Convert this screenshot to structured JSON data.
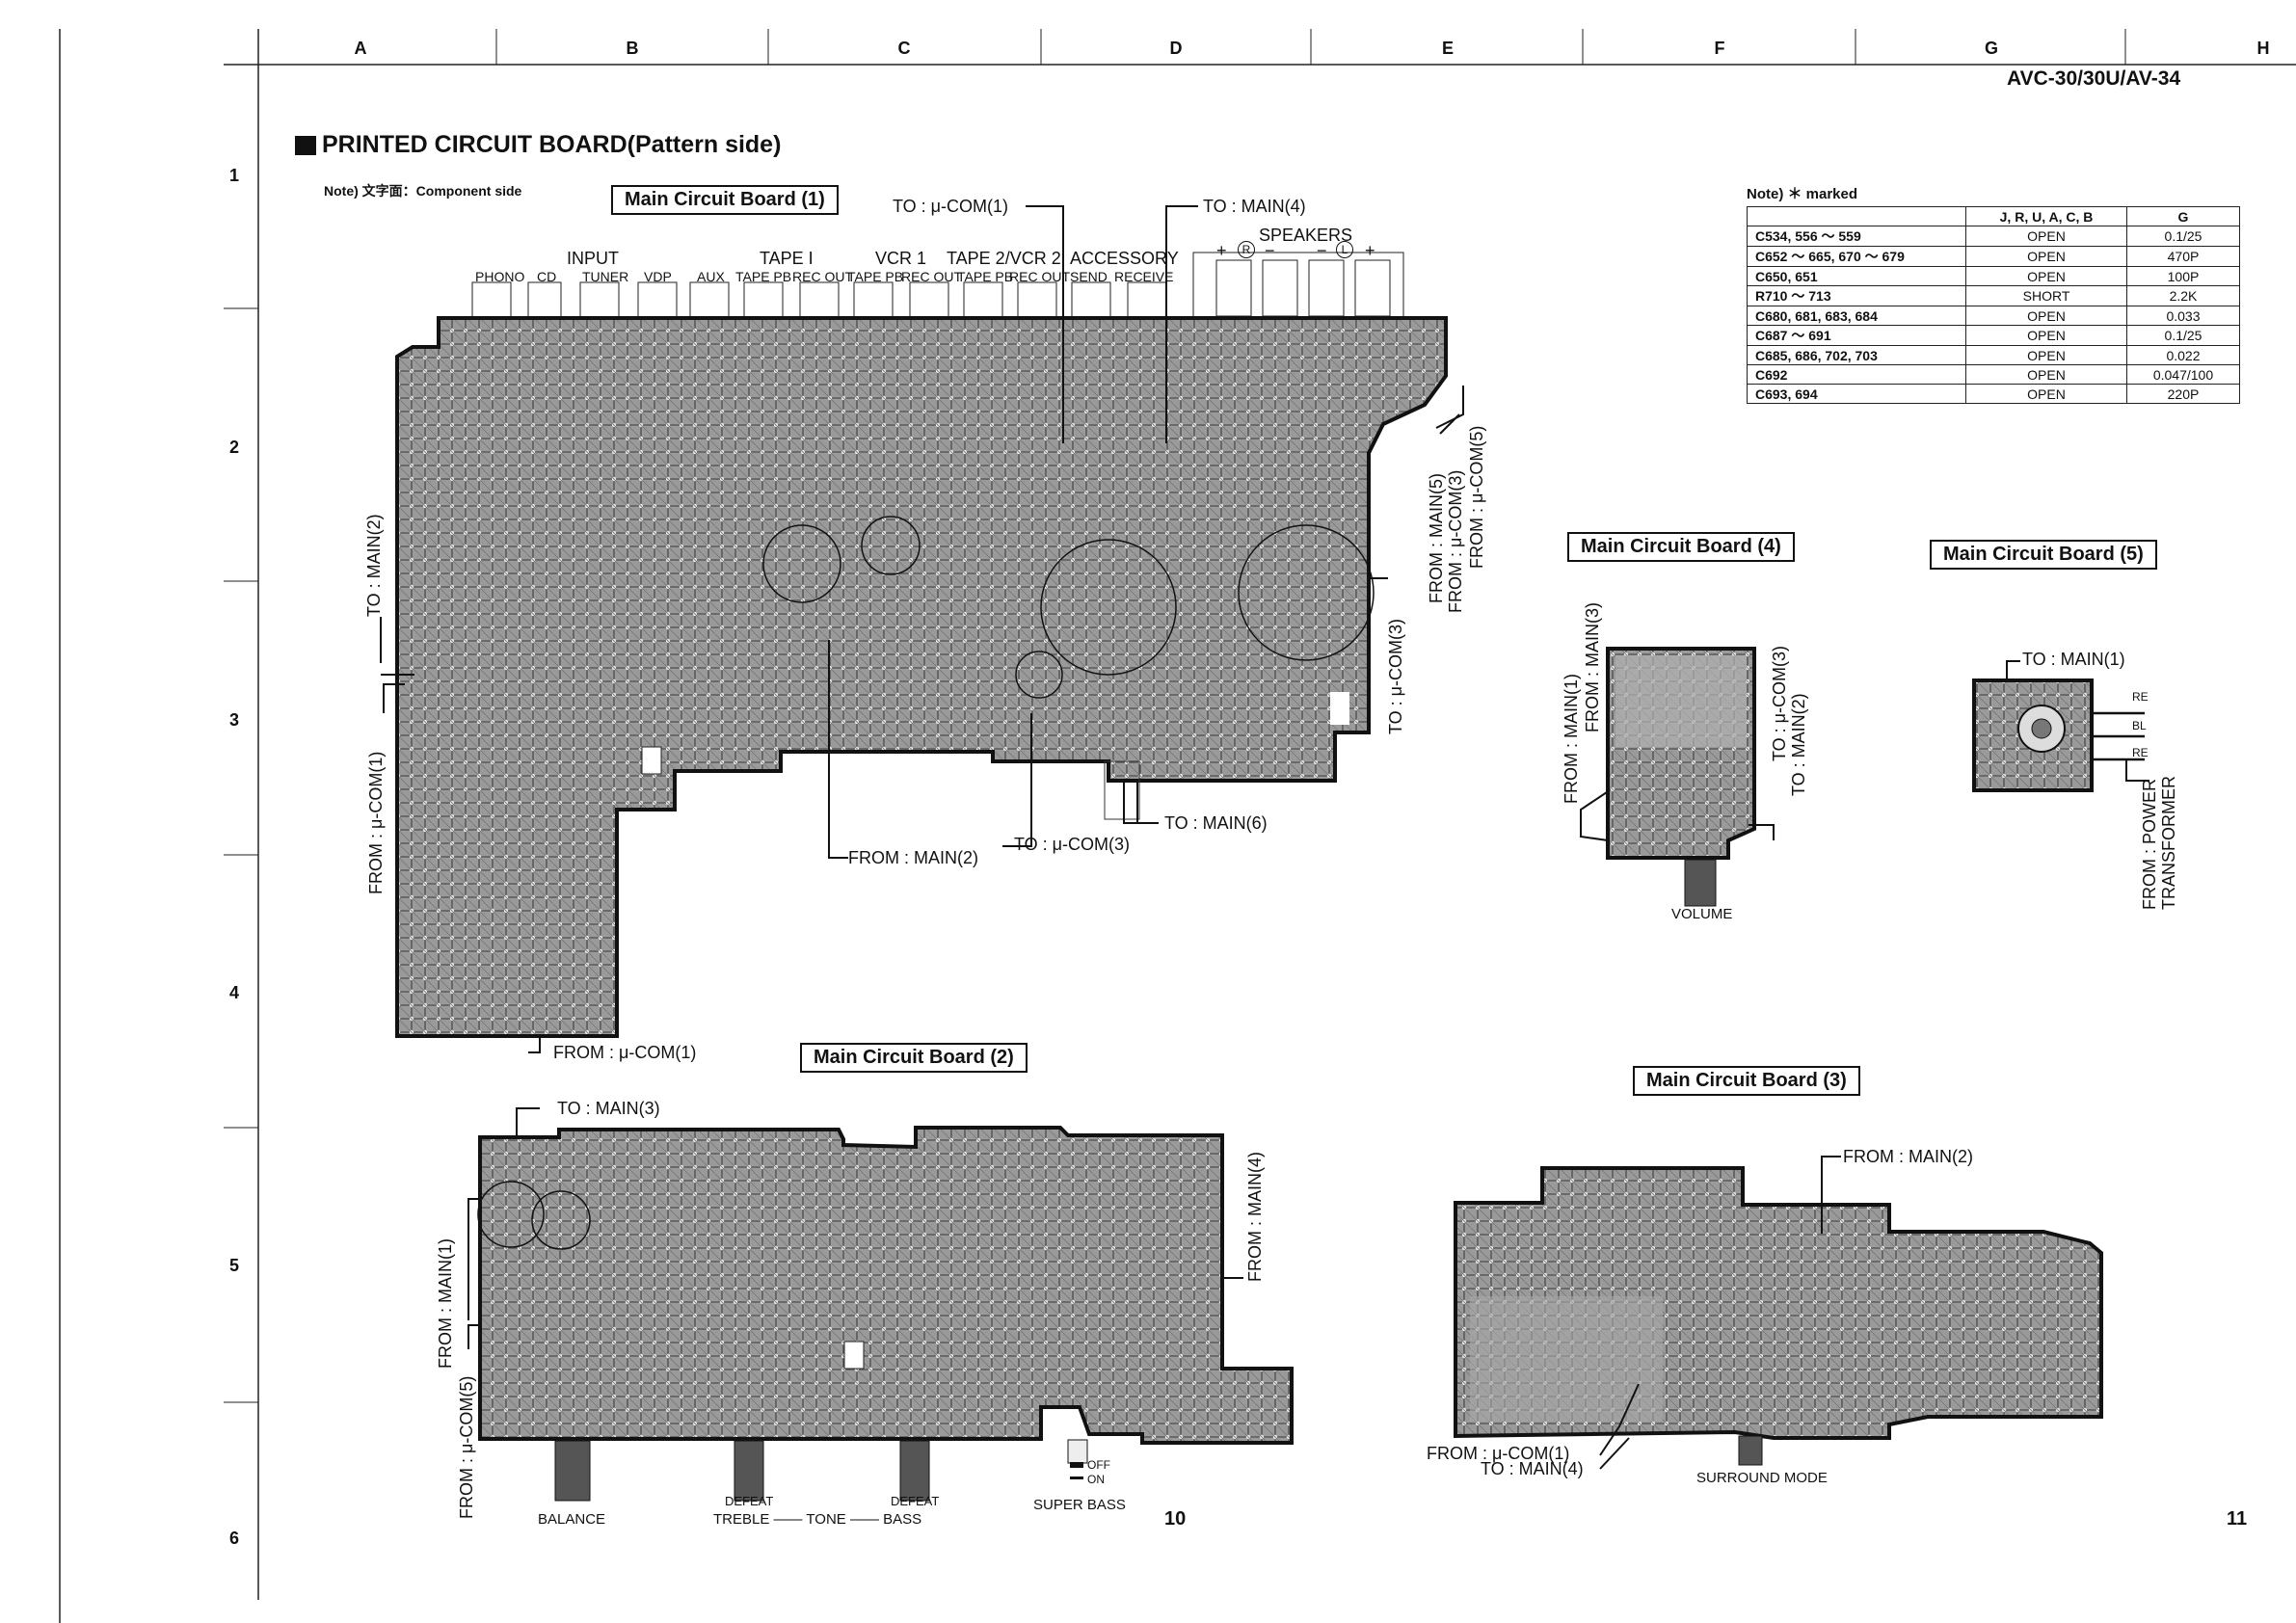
{
  "header": {
    "columns": [
      "A",
      "B",
      "C",
      "D",
      "E",
      "F",
      "G",
      "H"
    ],
    "rows": [
      "1",
      "2",
      "3",
      "4",
      "5",
      "6"
    ],
    "model": "AVC-30/30U/AV-34",
    "title": "PRINTED CIRCUIT BOARD(Pattern side)",
    "note": "Note) 文字面：Component side"
  },
  "boards": {
    "b1": "Main Circuit Board (1)",
    "b2": "Main Circuit Board (2)",
    "b3": "Main Circuit Board (3)",
    "b4": "Main Circuit Board (4)",
    "b5": "Main Circuit Board (5)"
  },
  "board1": {
    "jack_groups": [
      "INPUT",
      "TAPE I",
      "VCR 1",
      "TAPE 2/VCR 2",
      "ACCESSORY",
      "SPEAKERS"
    ],
    "jacks": [
      "PHONO",
      "CD",
      "TUNER",
      "VDP",
      "AUX",
      "TAPE PB",
      "REC OUT",
      "TAPE PB",
      "REC OUT",
      "TAPE PB",
      "REC OUT",
      "SEND",
      "RECEIVE"
    ],
    "speaker_marks": [
      "+",
      "R",
      "−",
      "−",
      "L",
      "+"
    ],
    "to_ucom1": "TO : μ-COM(1)",
    "to_main4": "TO : MAIN(4)",
    "to_main2": "TO : MAIN(2)",
    "from_ucom1_left": "FROM : μ-COM(1)",
    "from_ucom1_bottom": "FROM : μ-COM(1)",
    "from_main2": "FROM : MAIN(2)",
    "to_ucom3": "TO : μ-COM(3)",
    "to_main6": "TO : MAIN(6)",
    "from_main5": "FROM : MAIN(5)",
    "from_ucom3": "FROM : μ-COM(3)",
    "from_ucom5": "FROM : μ-COM(5)",
    "to_ucom3_right": "TO : μ-COM(3)"
  },
  "board2": {
    "to_main3": "TO : MAIN(3)",
    "from_main1": "FROM : MAIN(1)",
    "from_ucom5": "FROM : μ-COM(5)",
    "from_main4": "FROM : MAIN(4)",
    "controls": [
      "BALANCE",
      "DEFEAT",
      "DEFEAT",
      "SUPER BASS"
    ],
    "tone_line": "TREBLE —— TONE —— BASS",
    "switch_off": "OFF",
    "switch_on": "ON"
  },
  "board3": {
    "from_main2": "FROM : MAIN(2)",
    "from_ucom1": "FROM : μ-COM(1)",
    "to_main4": "TO : MAIN(4)",
    "control": "SURROUND MODE"
  },
  "board4": {
    "from_main1": "FROM : MAIN(1)",
    "from_main3": "FROM : MAIN(3)",
    "to_ucom3": "TO : μ-COM(3)",
    "to_main2": "TO : MAIN(2)",
    "control": "VOLUME"
  },
  "board5": {
    "to_main1": "TO : MAIN(1)",
    "wires": [
      "RE",
      "BL",
      "RE"
    ],
    "from_power": "FROM : POWER",
    "transformer": "TRANSFORMER"
  },
  "note_table": {
    "title": "Note) ＊ marked",
    "headers": [
      "",
      "J, R, U, A, C, B",
      "G"
    ],
    "rows": [
      [
        "C534, 556 ～ 559",
        "OPEN",
        "0.1/25"
      ],
      [
        "C652 ～ 665, 670 ～ 679",
        "OPEN",
        "470P"
      ],
      [
        "C650, 651",
        "OPEN",
        "100P"
      ],
      [
        "R710 ～ 713",
        "SHORT",
        "2.2K"
      ],
      [
        "C680, 681, 683, 684",
        "OPEN",
        "0.033"
      ],
      [
        "C687 ～ 691",
        "OPEN",
        "0.1/25"
      ],
      [
        "C685, 686, 702, 703",
        "OPEN",
        "0.022"
      ],
      [
        "C692",
        "OPEN",
        "0.047/100"
      ],
      [
        "C693, 694",
        "OPEN",
        "220P"
      ]
    ]
  },
  "pages": {
    "left": "10",
    "right": "11"
  }
}
